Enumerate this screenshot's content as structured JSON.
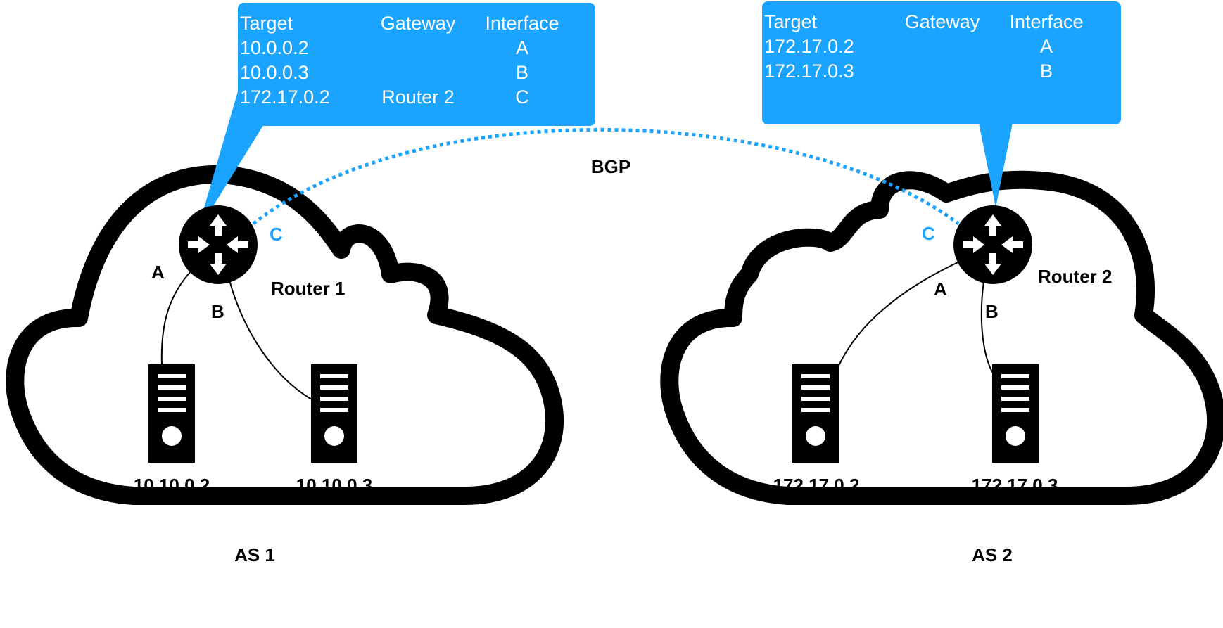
{
  "colors": {
    "accent": "#1aa3ff",
    "outline": "#000000",
    "background": "#ffffff"
  },
  "link": {
    "label": "BGP"
  },
  "systems": [
    {
      "label": "AS 1",
      "router": {
        "label": "Router 1"
      },
      "ports": {
        "a": "A",
        "b": "B",
        "c": "C"
      },
      "servers": [
        {
          "label": "10.10.0.2"
        },
        {
          "label": "10.10.0.3"
        }
      ],
      "routing_table": {
        "headers": {
          "target": "Target",
          "gateway": "Gateway",
          "interface": "Interface"
        },
        "rows": [
          {
            "target": "10.0.0.2",
            "gateway": "",
            "interface": "A"
          },
          {
            "target": "10.0.0.3",
            "gateway": "",
            "interface": "B"
          },
          {
            "target": "172.17.0.2",
            "gateway": "Router 2",
            "interface": "C"
          }
        ]
      }
    },
    {
      "label": "AS 2",
      "router": {
        "label": "Router 2"
      },
      "ports": {
        "a": "A",
        "b": "B",
        "c": "C"
      },
      "servers": [
        {
          "label": "172.17.0.2"
        },
        {
          "label": "172.17.0.3"
        }
      ],
      "routing_table": {
        "headers": {
          "target": "Target",
          "gateway": "Gateway",
          "interface": "Interface"
        },
        "rows": [
          {
            "target": "172.17.0.2",
            "gateway": "",
            "interface": "A"
          },
          {
            "target": "172.17.0.3",
            "gateway": "",
            "interface": "B"
          }
        ]
      }
    }
  ]
}
